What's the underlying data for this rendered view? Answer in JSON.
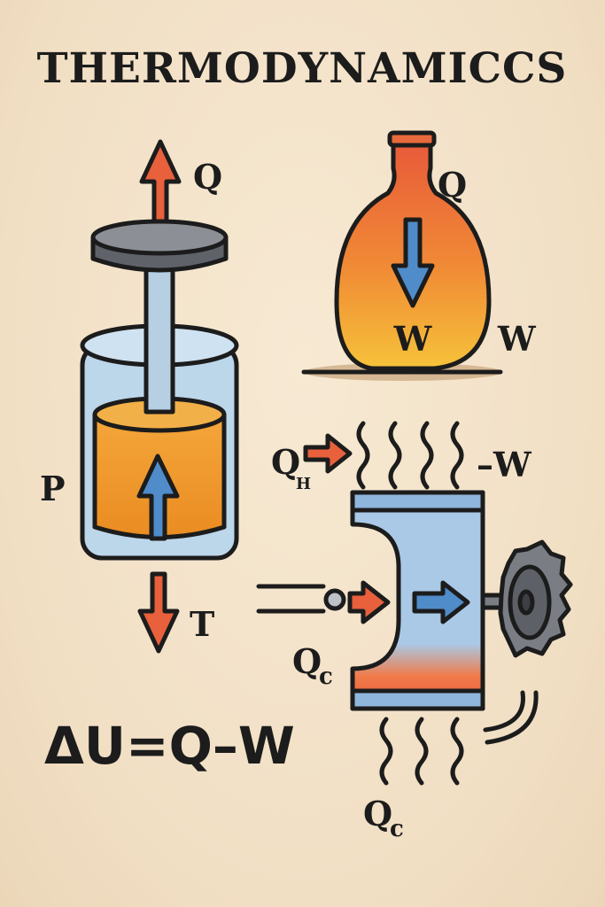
{
  "title": "THERMODYNAMICCS",
  "piston_cylinder": {
    "label_top": "Q",
    "label_left": "P",
    "label_bottom": "T"
  },
  "flask": {
    "label_q": "Q",
    "label_inner_w": "W",
    "label_outer_w": "W"
  },
  "heat_engine": {
    "label_qh_main": "Q",
    "label_qh_sub": "H",
    "label_work": "–W",
    "label_qc_left_main": "Q",
    "label_qc_left_sub": "c",
    "label_qc_bottom_main": "Q",
    "label_qc_bottom_sub": "c"
  },
  "equation": "ΔU=Q–W",
  "colors": {
    "background": "#f3e2c8",
    "hot_red": "#e8603c",
    "fluid_orange": "#f0a030",
    "cool_blue": "#4f8cc9",
    "metal_gray": "#7a7e84",
    "glass_blue": "#bcd6ea"
  }
}
